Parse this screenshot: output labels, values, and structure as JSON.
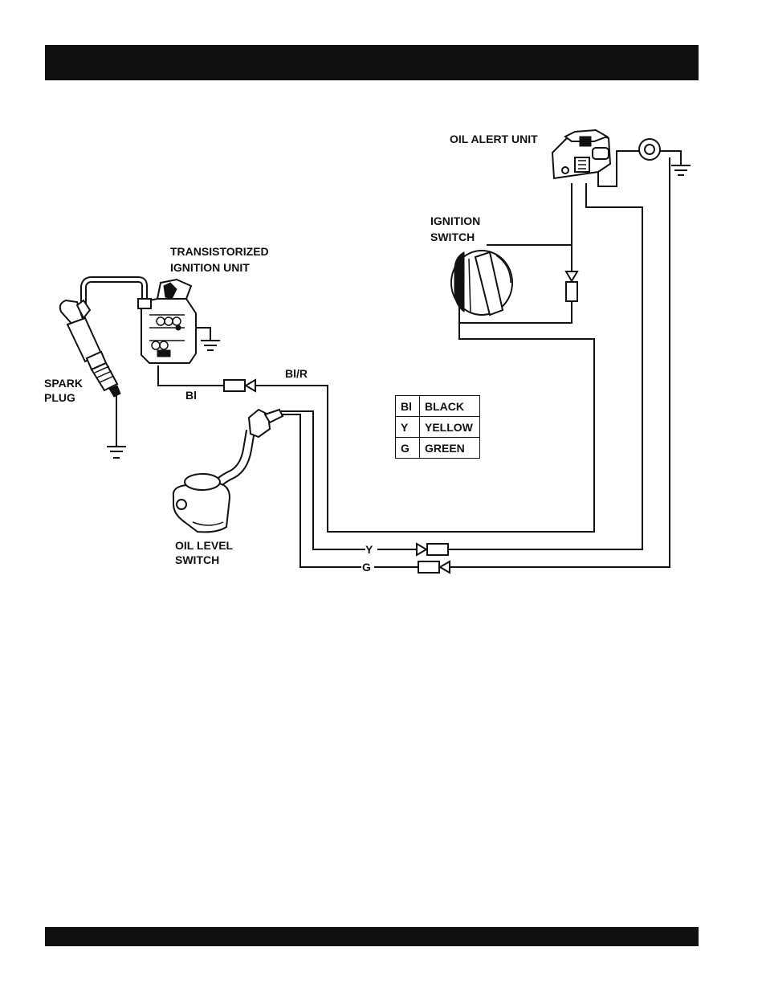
{
  "labels": {
    "oil_alert_unit": "OIL ALERT UNIT",
    "ignition_switch_1": "IGNITION",
    "ignition_switch_2": "SWITCH",
    "transistorized_1": "TRANSISTORIZED",
    "transistorized_2": "IGNITION UNIT",
    "spark_plug_1": "SPARK",
    "spark_plug_2": "PLUG",
    "oil_level_1": "OIL LEVEL",
    "oil_level_2": "SWITCH"
  },
  "wire_labels": {
    "black_red": "Bl/R",
    "black": "Bl",
    "yellow": "Y",
    "green": "G"
  },
  "legend": [
    {
      "code": "Bl",
      "name": "BLACK"
    },
    {
      "code": "Y",
      "name": "YELLOW"
    },
    {
      "code": "G",
      "name": "GREEN"
    }
  ]
}
